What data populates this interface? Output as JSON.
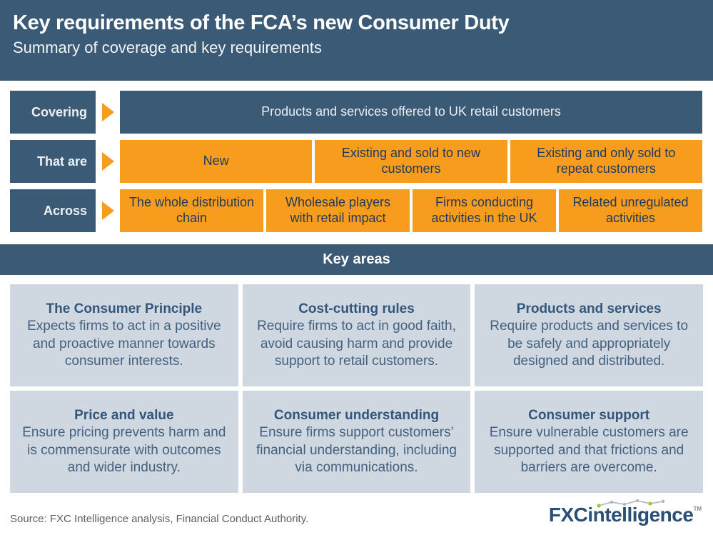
{
  "header": {
    "title": "Key requirements of the FCA’s new Consumer Duty",
    "subtitle": "Summary of coverage and key requirements"
  },
  "coverage": {
    "rows": [
      {
        "label": "Covering",
        "style": "blue",
        "boxes": [
          "Products and services offered to UK retail customers"
        ]
      },
      {
        "label": "That are",
        "style": "orange",
        "boxes": [
          "New",
          "Existing and sold to new customers",
          "Existing and only sold to repeat customers"
        ]
      },
      {
        "label": "Across",
        "style": "orange",
        "boxes": [
          "The whole distribution chain",
          "Wholesale players with retail impact",
          "Firms conducting activities in the UK",
          "Related unregulated activities"
        ]
      }
    ]
  },
  "key_areas": {
    "title": "Key areas",
    "cards": [
      {
        "heading": "The Consumer Principle",
        "body": "Expects firms to act in a positive and proactive manner towards consumer interests."
      },
      {
        "heading": "Cost-cutting rules",
        "body": "Require firms to act in good faith, avoid causing harm and provide support to retail customers."
      },
      {
        "heading": "Products and services",
        "body": "Require products and services to be safely and appropriately designed and distributed."
      },
      {
        "heading": "Price and value",
        "body": "Ensure pricing prevents harm and is commensurate with outcomes and wider industry."
      },
      {
        "heading": "Consumer understanding",
        "body": "Ensure firms support customers’ financial understanding, including via communications."
      },
      {
        "heading": "Consumer support",
        "body": "Ensure vulnerable customers are supported and that frictions and barriers are overcome."
      }
    ]
  },
  "footer": {
    "source": "Source: FXC Intelligence analysis, Financial Conduct Authority.",
    "logo_bold": "FXC",
    "logo_rest": "intelligence",
    "logo_tm": "TM"
  },
  "colors": {
    "dark_blue": "#3A5A75",
    "orange": "#F89C1E",
    "card_bg": "#CFD7E0",
    "navy_text": "#1E3A5C",
    "logo_navy": "#2A4E75",
    "logo_green": "#9CC93C",
    "spark_gray": "#AFb6BD"
  }
}
